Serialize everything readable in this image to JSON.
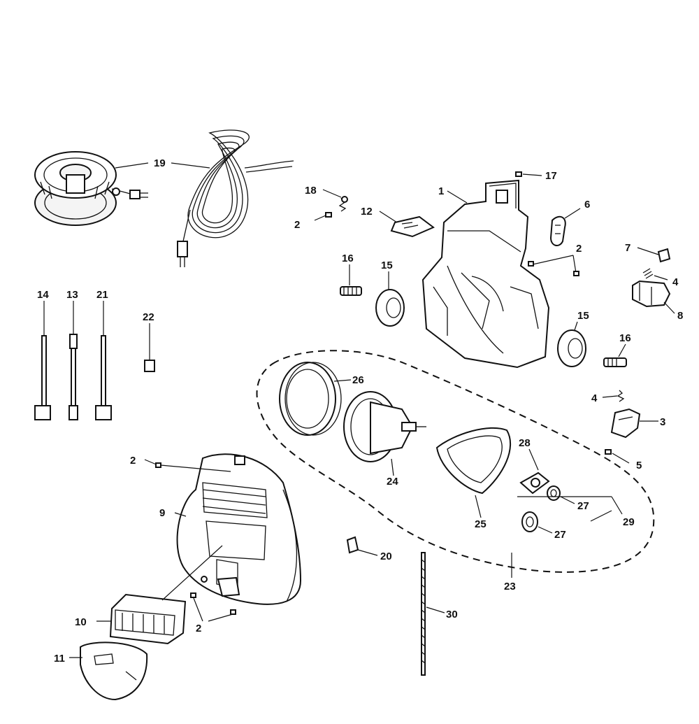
{
  "diagram": {
    "callouts": {
      "c1": "1",
      "c2a": "2",
      "c2b": "2",
      "c2c": "2",
      "c2d": "2",
      "c3": "3",
      "c4a": "4",
      "c4b": "4",
      "c5": "5",
      "c6": "6",
      "c7": "7",
      "c8": "8",
      "c9": "9",
      "c10": "10",
      "c11": "11",
      "c12": "12",
      "c13": "13",
      "c14": "14",
      "c15a": "15",
      "c15b": "15",
      "c16a": "16",
      "c16b": "16",
      "c17": "17",
      "c18": "18",
      "c19": "19",
      "c20": "20",
      "c21": "21",
      "c22": "22",
      "c23": "23",
      "c24": "24",
      "c25": "25",
      "c26": "26",
      "c27a": "27",
      "c27b": "27",
      "c28": "28",
      "c29": "29",
      "c30": "30"
    },
    "icons": {
      "cord_reel": "cord-reel-icon",
      "power_cord": "power-cord-icon",
      "motor": "motor-icon",
      "housing": "main-housing-icon",
      "dust_cup": "dust-cup-icon"
    }
  }
}
